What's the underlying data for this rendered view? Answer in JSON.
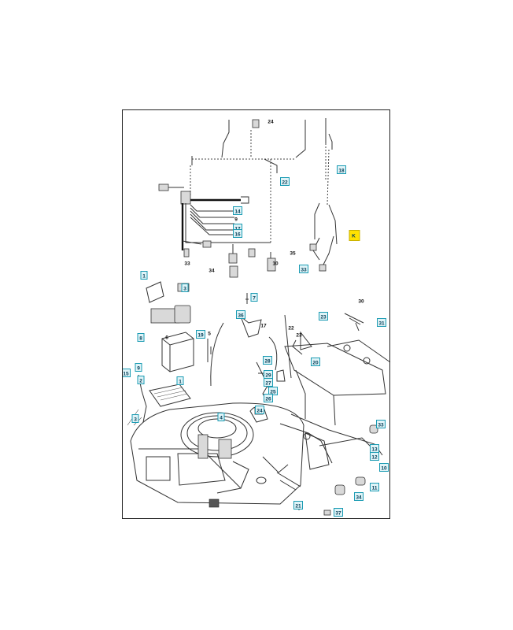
{
  "callouts": [
    {
      "label": "24",
      "boxed": false
    },
    {
      "label": "18",
      "boxed": true
    },
    {
      "label": "22",
      "boxed": true
    },
    {
      "label": "14",
      "boxed": true
    },
    {
      "label": "9",
      "boxed": false
    },
    {
      "label": "8",
      "boxed": false
    },
    {
      "label": "17",
      "boxed": true
    },
    {
      "label": "16",
      "boxed": true
    },
    {
      "label": "K",
      "boxed": true,
      "highlight": true
    },
    {
      "label": "35",
      "boxed": false
    },
    {
      "label": "10",
      "boxed": false
    },
    {
      "label": "33",
      "boxed": false
    },
    {
      "label": "34",
      "boxed": false
    },
    {
      "label": "33",
      "boxed": true
    },
    {
      "label": "1",
      "boxed": true
    },
    {
      "label": "3",
      "boxed": true
    },
    {
      "label": "7",
      "boxed": true
    },
    {
      "label": "30",
      "boxed": false
    },
    {
      "label": "36",
      "boxed": true
    },
    {
      "label": "17",
      "boxed": false
    },
    {
      "label": "23",
      "boxed": true
    },
    {
      "label": "31",
      "boxed": true
    },
    {
      "label": "22",
      "boxed": false
    },
    {
      "label": "23",
      "boxed": false
    },
    {
      "label": "8",
      "boxed": true
    },
    {
      "label": "6",
      "boxed": false
    },
    {
      "label": "19",
      "boxed": true
    },
    {
      "label": "5",
      "boxed": false
    },
    {
      "label": "20",
      "boxed": true
    },
    {
      "label": "9",
      "boxed": true
    },
    {
      "label": "2",
      "boxed": true
    },
    {
      "label": "1",
      "boxed": true
    },
    {
      "label": "28",
      "boxed": true
    },
    {
      "label": "29",
      "boxed": true
    },
    {
      "label": "27",
      "boxed": true
    },
    {
      "label": "25",
      "boxed": true
    },
    {
      "label": "26",
      "boxed": true
    },
    {
      "label": "15",
      "boxed": true
    },
    {
      "label": "4",
      "boxed": true
    },
    {
      "label": "24",
      "boxed": true
    },
    {
      "label": "3",
      "boxed": true
    },
    {
      "label": "33",
      "boxed": true
    },
    {
      "label": "13",
      "boxed": true
    },
    {
      "label": "12",
      "boxed": true
    },
    {
      "label": "10",
      "boxed": true
    },
    {
      "label": "11",
      "boxed": true
    },
    {
      "label": "34",
      "boxed": true
    },
    {
      "label": "21",
      "boxed": true
    },
    {
      "label": "37",
      "boxed": true
    }
  ],
  "colors": {
    "callout_fill": "#dff3f7",
    "callout_border": "#1a9bb3",
    "highlight_fill": "#ffe100",
    "line": "#333333"
  }
}
